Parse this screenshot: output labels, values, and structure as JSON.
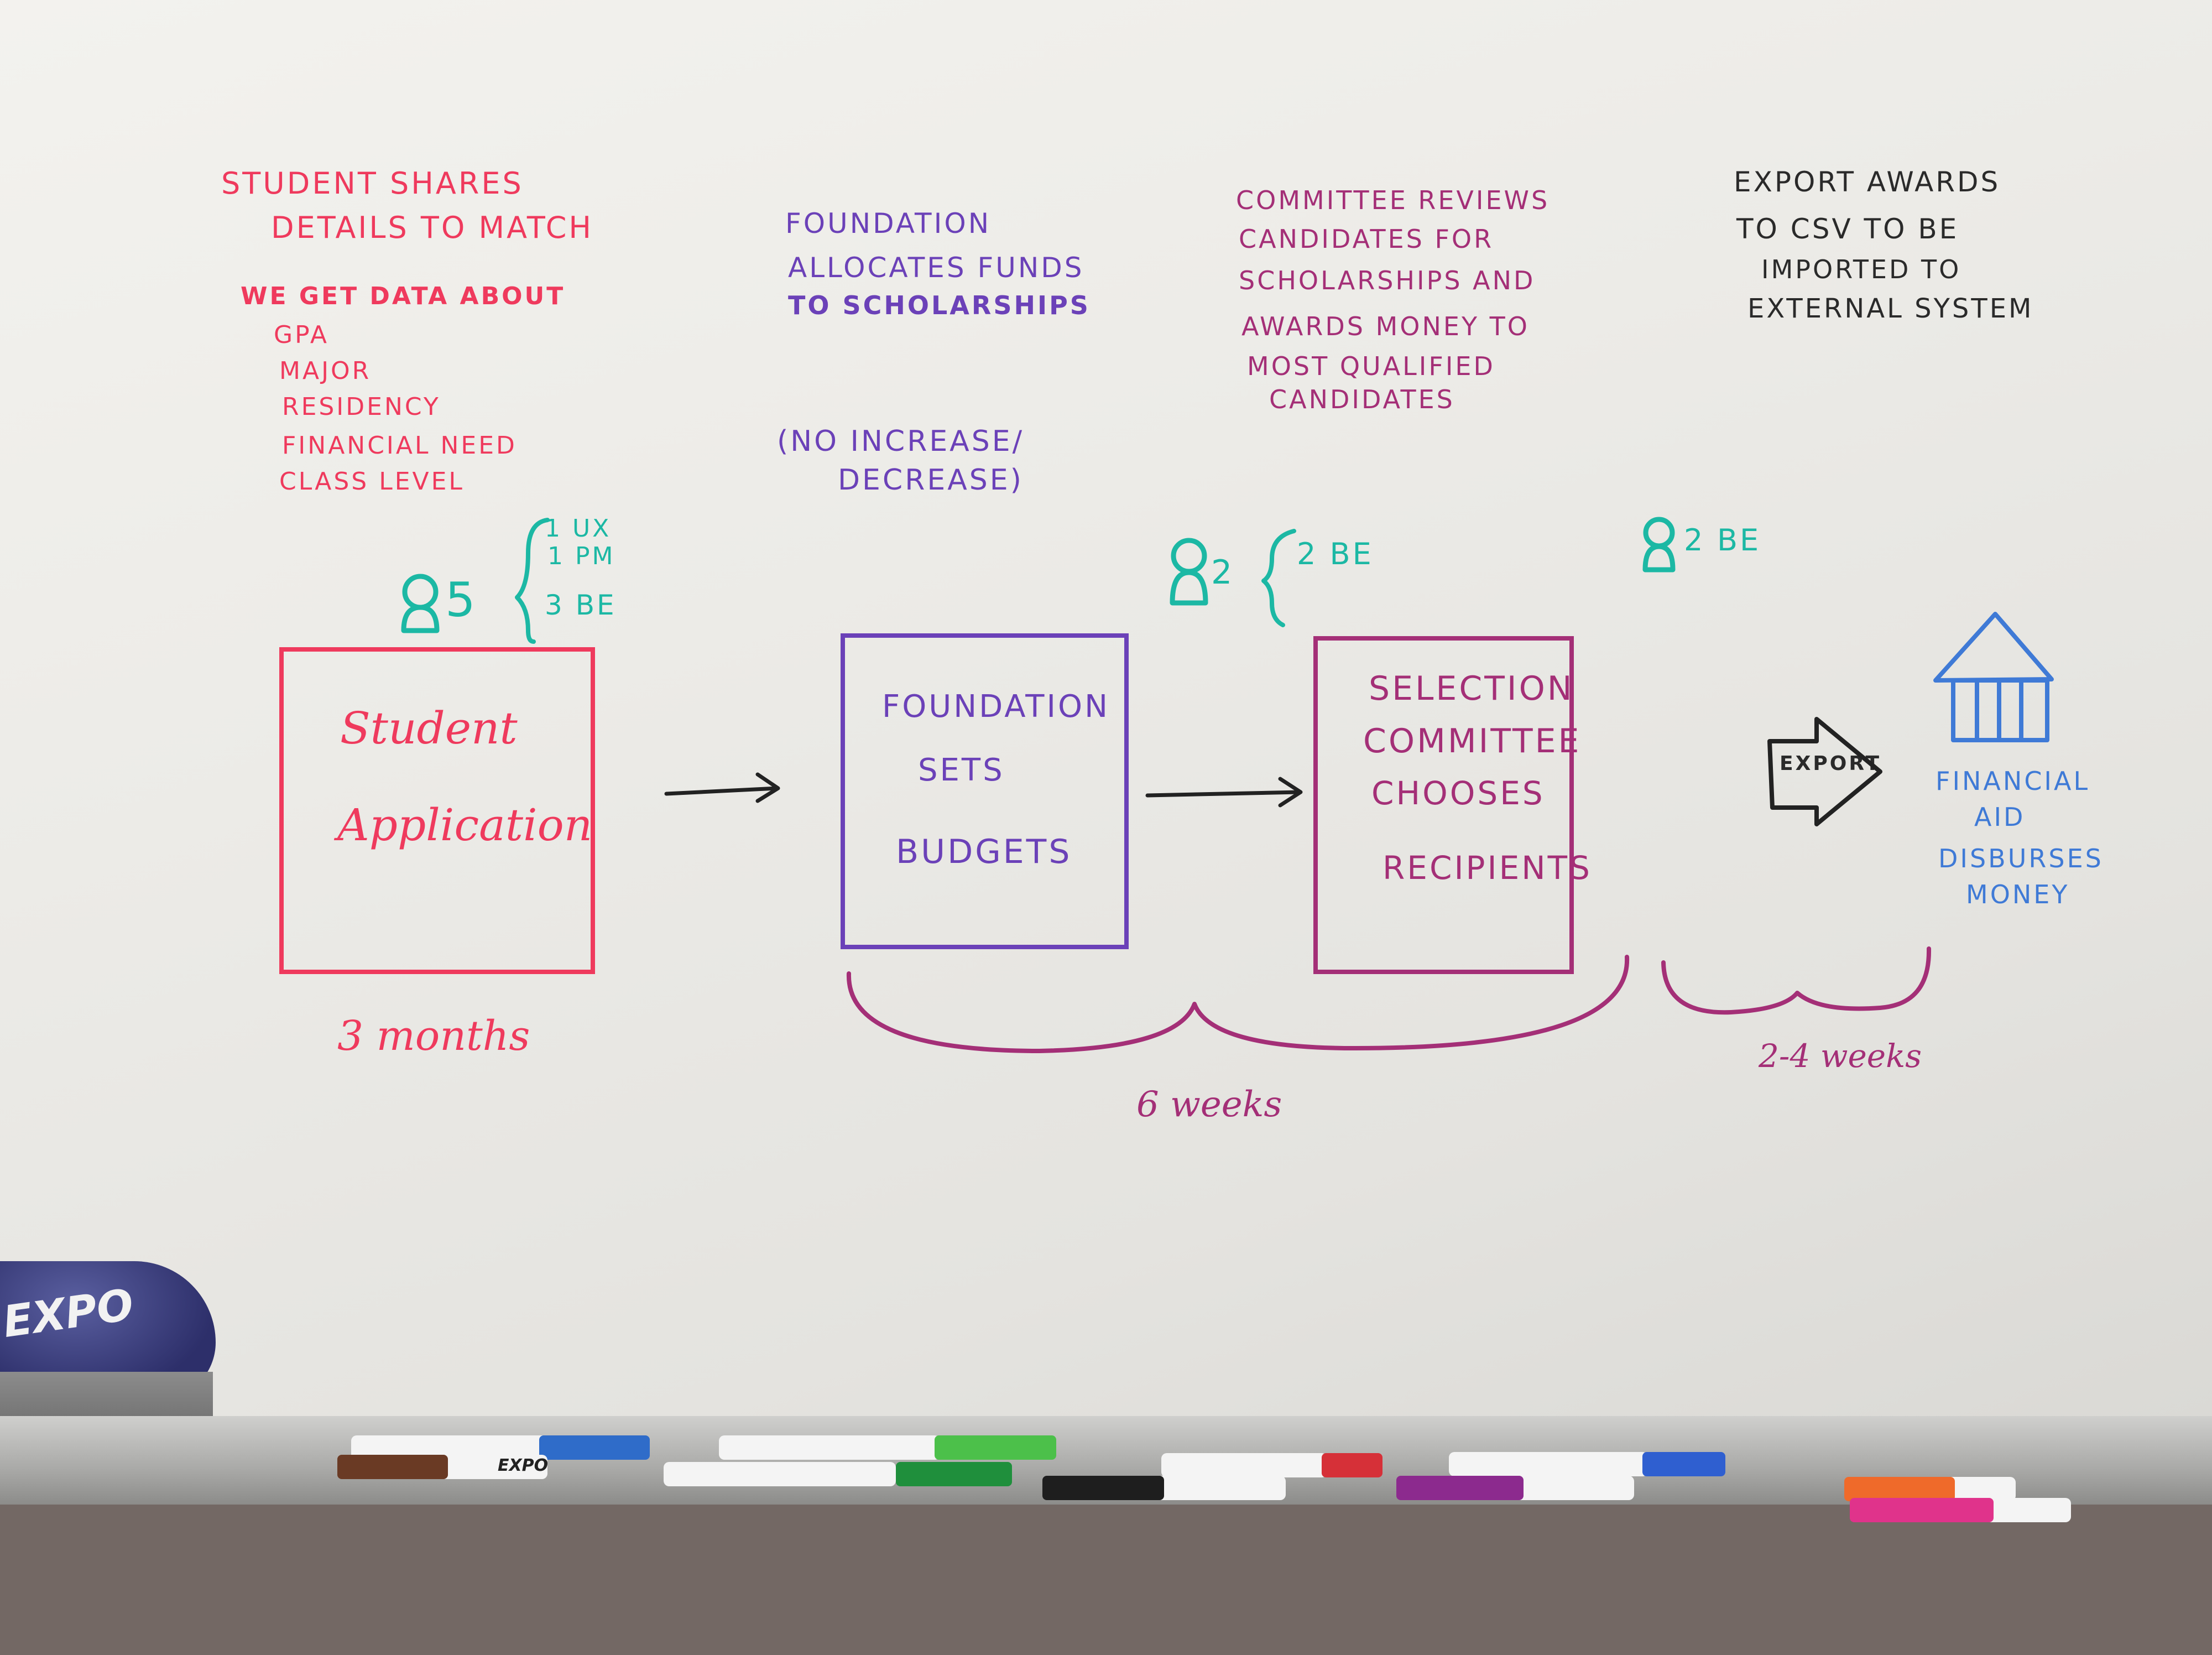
{
  "phase1": {
    "notes": [
      "STUDENT SHARES",
      "DETAILS TO MATCH",
      "WE GET DATA ABOUT",
      "GPA",
      "MAJOR",
      "RESIDENCY",
      "FINANCIAL NEED",
      "CLASS LEVEL"
    ],
    "team_count": "5",
    "team_roles": [
      "1 UX",
      "1 PM",
      "3 BE"
    ],
    "box": [
      "Student",
      "Application"
    ],
    "duration": "3 months"
  },
  "phase2": {
    "notes": [
      "FOUNDATION",
      "ALLOCATES FUNDS",
      "TO SCHOLARSHIPS",
      "(NO INCREASE/",
      "DECREASE)"
    ],
    "box": [
      "FOUNDATION",
      "SETS",
      "BUDGETS"
    ]
  },
  "phase3": {
    "notes": [
      "COMMITTEE REVIEWS",
      "CANDIDATES FOR",
      "SCHOLARSHIPS AND",
      "AWARDS MONEY TO",
      "MOST QUALIFIED",
      "CANDIDATES"
    ],
    "team_count": "2",
    "team_roles": [
      "2 BE"
    ],
    "box": [
      "SELECTION",
      "COMMITTEE",
      "CHOOSES",
      "RECIPIENTS"
    ]
  },
  "phases_2_3_duration": "6 weeks",
  "phase4": {
    "notes": [
      "EXPORT AWARDS",
      "TO CSV TO BE",
      "IMPORTED TO",
      "EXTERNAL SYSTEM"
    ],
    "team_count": "2",
    "team_roles": [
      "BE"
    ],
    "arrow_label": "EXPORT",
    "duration": "2-4 weeks"
  },
  "phase5": {
    "label": [
      "FINANCIAL",
      "AID",
      "DISBURSES",
      "MONEY"
    ]
  },
  "eraser": {
    "brand": "EXPO"
  },
  "markers": {
    "brand": "EXPO"
  },
  "colors": {
    "red": "#ef3a5d",
    "purple": "#6b41b8",
    "magenta": "#a42f77",
    "black": "#2a2a2a",
    "blue": "#3f7ad6",
    "teal": "#1cb8a4"
  }
}
